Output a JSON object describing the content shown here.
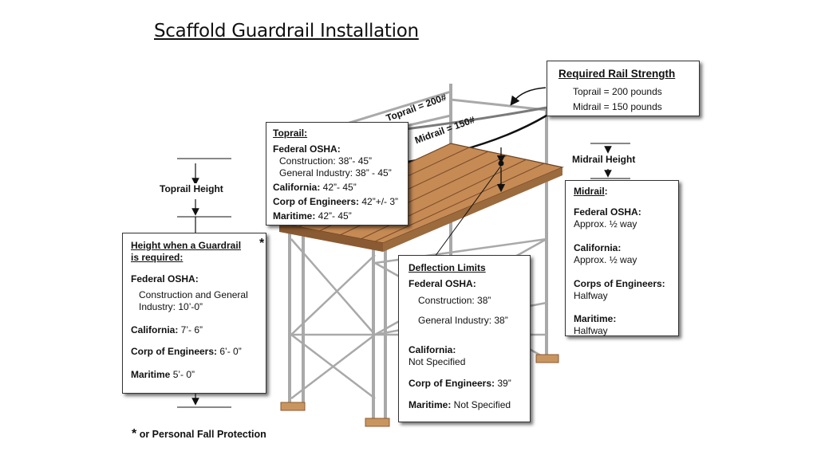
{
  "title": "Scaffold Guardrail Installation",
  "scaffold_labels": {
    "toprail_load": "Toprail = 200#",
    "midrail_load": "Midrail = 150#",
    "toprail_height": "Toprail Height",
    "midrail_height": "Midrail Height"
  },
  "rail_strength": {
    "heading": "Required Rail Strength",
    "toprail": "Toprail = 200 pounds",
    "midrail": "Midrail = 150 pounds"
  },
  "toprail_box": {
    "heading": "Toprail:",
    "federal_label": "Federal OSHA:",
    "construction": "Construction: 38”- 45”",
    "general_industry": "General Industry: 38” - 45”",
    "california_label": "California:",
    "california_value": " 42”- 45”",
    "corps_label": "Corp of Engineers:",
    "corps_value": " 42”+/- 3”",
    "maritime_label": "Maritime:",
    "maritime_value": " 42”- 45”"
  },
  "midrail_box": {
    "heading": "Midrail",
    "heading_suffix": ":",
    "federal_label": "Federal OSHA:",
    "federal_value": "Approx. ½ way",
    "california_label": "California:",
    "california_value": "Approx. ½ way",
    "corps_label": "Corps of Engineers:",
    "corps_value": "Halfway",
    "maritime_label": "Maritime:",
    "maritime_value": "Halfway"
  },
  "height_box": {
    "heading_line1": "Height when a Guardrail",
    "heading_line2": "is required:",
    "star": "*",
    "federal_label": "Federal OSHA:",
    "federal_value_line1": "Construction and General",
    "federal_value_line2": "Industry:  10’-0”",
    "california_label": "California:",
    "california_value": " 7’- 6”",
    "corps_label": "Corp of Engineers:",
    "corps_value": " 6’- 0”",
    "maritime_label": "Maritime",
    "maritime_value": " 5’- 0”"
  },
  "deflection_box": {
    "heading": "Deflection Limits",
    "federal_label": "Federal OSHA:",
    "construction": "Construction: 38”",
    "general_industry": "General Industry: 38”",
    "california_label": "California:",
    "california_value": "Not Specified",
    "corps_label": "Corp of Engineers:",
    "corps_value": "  39”",
    "maritime_label": "Maritime:",
    "maritime_value": "  Not Specified"
  },
  "footnote": {
    "star": "*",
    "text": " or Personal Fall Protection"
  },
  "colors": {
    "plank": "#c68a55",
    "plank_dark": "#8a5a32",
    "frame": "#a9a9a9",
    "frame_dark": "#6e6e6e",
    "base_plate": "#c9955e"
  }
}
